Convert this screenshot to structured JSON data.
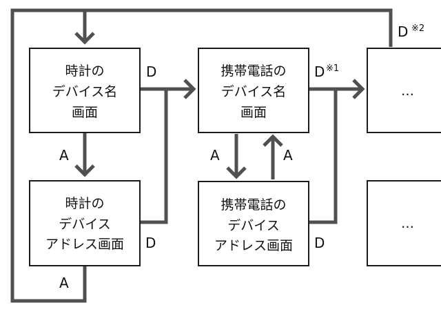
{
  "boxes": {
    "clock_name": [
      "時計の",
      "デバイス名",
      "画面"
    ],
    "clock_address": [
      "時計の",
      "デバイス",
      "アドレス画面"
    ],
    "phone_name": [
      "携帯電話の",
      "デバイス名",
      "画面"
    ],
    "phone_address": [
      "携帯電話の",
      "デバイス",
      "アドレス画面"
    ],
    "next_top": "…",
    "next_bottom": "…"
  },
  "labels": {
    "d_clock_name": "D",
    "a_clock_name_down": "A",
    "d_clock_address": "D",
    "a_clock_address_loop": "A",
    "d_phone_name": "D",
    "d_phone_name_note": "※1",
    "a_phone_down": "A",
    "a_phone_up": "A",
    "d_phone_address": "D",
    "d_top_right": "D",
    "d_top_right_note": "※2"
  }
}
